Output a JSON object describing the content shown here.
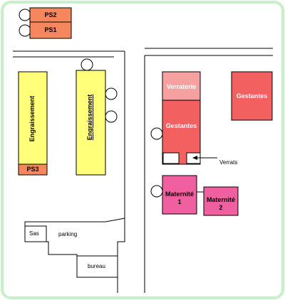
{
  "buildings": {
    "ps2": "PS2",
    "ps1": "PS1",
    "engraissement_left": "Engraissement",
    "engraissement_right": "Engraissement",
    "ps3": "PS3",
    "verraterie": "Verraterie",
    "gestantes_center": "Gestantes",
    "gestantes_right": "Gestantes",
    "verrats": "Verrats",
    "maternite1_line1": "Maternité",
    "maternite1_line2": "1",
    "maternite2_line1": "Maternité",
    "maternite2_line2": "2",
    "sas": "Sas",
    "parking": "parking",
    "bureau": "bureau"
  },
  "colors": {
    "ps": "#f4875e",
    "engraissement": "#ffff7a",
    "verraterie": "#f7a0a0",
    "gestantes": "#f26060",
    "maternite": "#f060a0",
    "frame": "#c8f0c8"
  }
}
